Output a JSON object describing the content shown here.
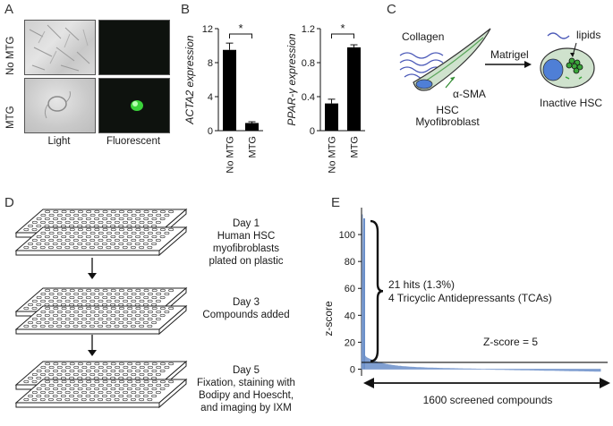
{
  "panels": {
    "a": "A",
    "b": "B",
    "c": "C",
    "d": "D",
    "e": "E"
  },
  "panel_a": {
    "row_labels": [
      "No MTG",
      "MTG"
    ],
    "col_labels": [
      "Light",
      "Fluorescent"
    ]
  },
  "panel_c": {
    "collagen": "Collagen",
    "alpha_sma": "α-SMA",
    "hsc_line1": "HSC",
    "hsc_line2": "Myofibroblast",
    "arrow_label": "Matrigel",
    "lipids": "lipids",
    "inactive": "Inactive HSC"
  },
  "panel_d": {
    "steps": [
      {
        "title": "Day 1",
        "lines": [
          "Human HSC",
          "myofibroblasts",
          "plated on plastic"
        ]
      },
      {
        "title": "Day 3",
        "lines": [
          "Compounds added"
        ]
      },
      {
        "title": "Day 5",
        "lines": [
          "Fixation, staining with",
          "Bodipy and Hoescht,",
          "and imaging by IXM"
        ]
      }
    ]
  },
  "panel_e": {
    "hits_line1": "21 hits (1.3%)",
    "hits_line2": "4 Tricyclic Antidepressants (TCAs)",
    "threshold_label": "Z-score = 5",
    "xlabel": "1600 screened compounds"
  },
  "chart_data": [
    {
      "type": "bar",
      "categories": [
        "No MTG",
        "MTG"
      ],
      "values": [
        9.5,
        0.9
      ],
      "errors": [
        0.8,
        0.15
      ],
      "ylabel": "ACTA2 expression",
      "ylim": [
        0,
        12
      ],
      "yticks": [
        0,
        4,
        8,
        12
      ],
      "significance": "*",
      "color": "#000000"
    },
    {
      "type": "bar",
      "categories": [
        "No MTG",
        "MTG"
      ],
      "values": [
        0.32,
        0.98
      ],
      "errors": [
        0.05,
        0.03
      ],
      "ylabel": "PPAR-γ expression",
      "ylim": [
        0,
        1.2
      ],
      "yticks": [
        0,
        0.4,
        0.8,
        1.2
      ],
      "significance": "*",
      "color": "#000000"
    },
    {
      "type": "area",
      "ylabel": "z-score",
      "ylim": [
        -5,
        120
      ],
      "yticks": [
        0,
        20,
        40,
        60,
        80,
        100
      ],
      "threshold": 5,
      "n_compounds": 1600,
      "color": "#6b8fc9"
    }
  ]
}
